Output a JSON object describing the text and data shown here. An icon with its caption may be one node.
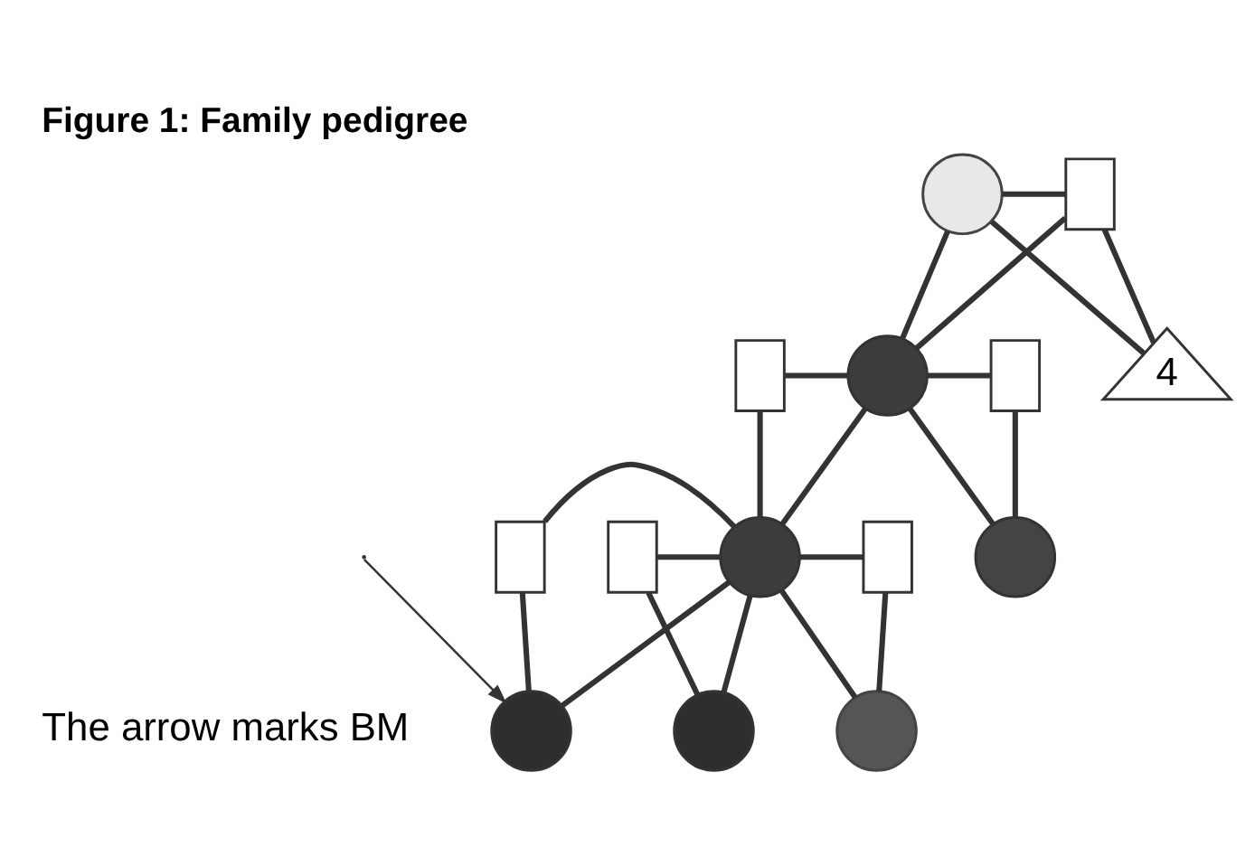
{
  "diagram": {
    "title": "Figure 1: Family pedigree",
    "nodes": [
      {
        "text": [],
        "shape": "circle"
      },
      {
        "text": [],
        "shape": "box"
      },
      {
        "text": [],
        "shape": "box"
      },
      {
        "text": [],
        "shape": "circle"
      },
      {
        "text": [],
        "shape": "box"
      },
      {
        "text": [
          "4"
        ]
      },
      {
        "text": [],
        "shape": "box"
      },
      {
        "text": [],
        "shape": "box"
      },
      {
        "text": [],
        "shape": "circle"
      },
      {
        "text": [],
        "shape": "box"
      },
      {
        "text": [],
        "shape": "circle"
      },
      {
        "text": [],
        "shape": "circle"
      },
      {
        "text": [],
        "shape": "circle"
      },
      {
        "text": [],
        "shape": "circle"
      }
    ],
    "edges": [
      {
        "from": 0,
        "to": 1,
        "arrow": "none"
      },
      {
        "from": 0,
        "to": 3,
        "arrow": "none"
      },
      {
        "from": 1,
        "to": 3,
        "arrow": "none"
      },
      {
        "from": 0,
        "to": 5,
        "arrow": "none"
      },
      {
        "from": 1,
        "to": 5,
        "arrow": "none"
      },
      {
        "from": 2,
        "to": 3,
        "arrow": "none"
      },
      {
        "from": 2,
        "to": 8,
        "arrow": "none"
      },
      {
        "from": 3,
        "to": 8,
        "arrow": "none"
      },
      {
        "from": 3,
        "to": 4,
        "arrow": "none"
      },
      {
        "from": 3,
        "to": 10,
        "arrow": "none"
      },
      {
        "from": 4,
        "to": 10,
        "arrow": "none"
      },
      {
        "from": 6,
        "to": 8,
        "arrow": "none"
      },
      {
        "from": 6,
        "to": 11,
        "arrow": "none"
      },
      {
        "from": 8,
        "to": 11,
        "arrow": "none"
      },
      {
        "from": 7,
        "to": 8,
        "arrow": "none"
      },
      {
        "from": 7,
        "to": 12,
        "arrow": "none"
      },
      {
        "from": 8,
        "to": 12,
        "arrow": "none"
      },
      {
        "from": 8,
        "to": 9,
        "arrow": "none"
      },
      {
        "from": 8,
        "to": 13,
        "arrow": "none"
      },
      {
        "from": 9,
        "to": 13,
        "arrow": "none"
      },
      {
        "from": null,
        "to": 11,
        "arrow": "to"
      }
    ],
    "labels": [
      "The arrow marks BM"
    ]
  }
}
